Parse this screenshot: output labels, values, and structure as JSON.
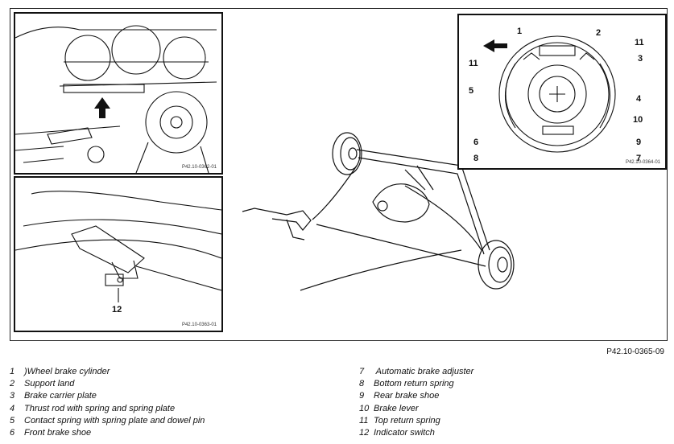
{
  "figure_ref": "P42.10-0365-09",
  "panels": {
    "top_left": {
      "ref": "P42.10-0362-01"
    },
    "bottom_left": {
      "ref": "P42.10-0363-01",
      "callout": "12"
    },
    "top_right": {
      "ref": "P42.10-0364-01",
      "callouts": [
        "1",
        "2",
        "11",
        "3",
        "11",
        "5",
        "4",
        "10",
        "6",
        "9",
        "8",
        "7"
      ]
    }
  },
  "legend": {
    "left": [
      {
        "num": "1",
        "text": ")Wheel brake cylinder"
      },
      {
        "num": "2",
        "text": "Support land"
      },
      {
        "num": "3",
        "text": "Brake carrier plate"
      },
      {
        "num": "4",
        "text": "Thrust rod with spring and spring plate"
      },
      {
        "num": "5",
        "text": "Contact spring with spring plate and dowel pin"
      },
      {
        "num": "6",
        "text": "Front brake shoe"
      }
    ],
    "right": [
      {
        "num": "7",
        "text": " Automatic brake adjuster"
      },
      {
        "num": "8",
        "text": "Bottom return spring"
      },
      {
        "num": "9",
        "text": "Rear brake shoe"
      },
      {
        "num": "10",
        "text": "Brake lever"
      },
      {
        "num": "11",
        "text": "Top return spring"
      },
      {
        "num": "12",
        "text": "Indicator switch"
      }
    ]
  }
}
